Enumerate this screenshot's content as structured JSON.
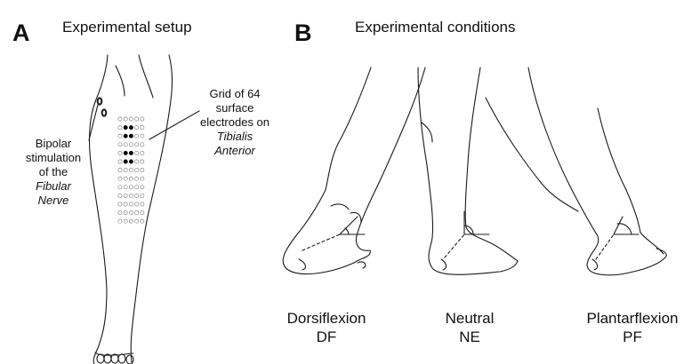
{
  "panel_a": {
    "letter": "A",
    "title": "Experimental setup",
    "stimulation": {
      "line1": "Bipolar",
      "line2": "stimulation",
      "line3": "of the",
      "line4": "Fibular",
      "line5": "Nerve"
    },
    "grid": {
      "line1": "Grid of 64",
      "line2": "surface",
      "line3": "electrodes on",
      "line4": "Tibialis",
      "line5": "Anterior",
      "columns": 5,
      "rows": 13,
      "filled_electrodes": [
        [
          1,
          1
        ],
        [
          2,
          1
        ],
        [
          1,
          2
        ],
        [
          2,
          2
        ],
        [
          1,
          4
        ],
        [
          2,
          4
        ],
        [
          1,
          5
        ],
        [
          2,
          5
        ]
      ]
    }
  },
  "panel_b": {
    "letter": "B",
    "title": "Experimental conditions",
    "conditions": [
      {
        "name": "Dorsiflexion",
        "abbr": "DF"
      },
      {
        "name": "Neutral",
        "abbr": "NE"
      },
      {
        "name": "Plantarflexion",
        "abbr": "PF"
      }
    ]
  },
  "colors": {
    "line": "#1a1a1a",
    "electrode_open": "#8a8a8a",
    "electrode_filled": "#000000"
  }
}
